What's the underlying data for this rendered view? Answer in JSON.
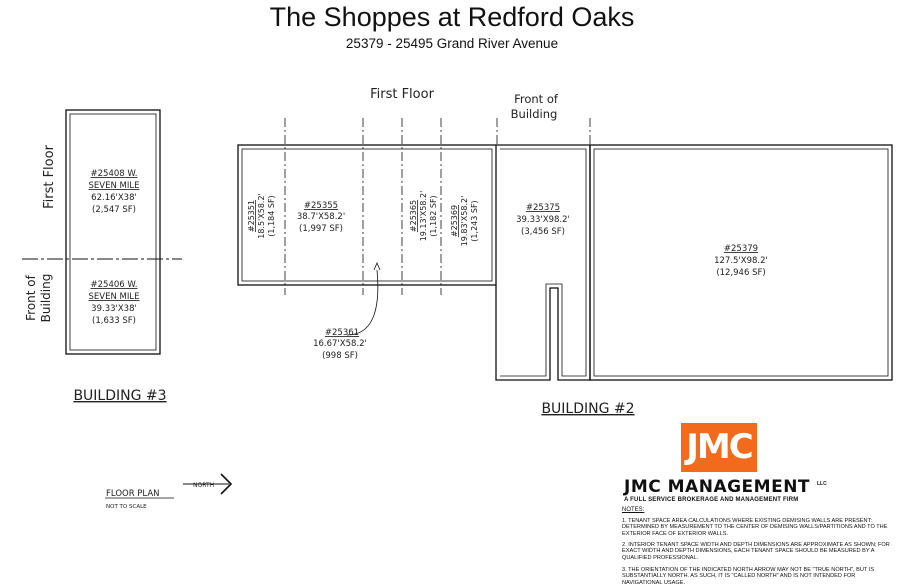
{
  "header": {
    "title": "The Shoppes at Redford Oaks",
    "subtitle": "25379 - 25495 Grand River Avenue"
  },
  "labels": {
    "first_floor_top": "First Floor",
    "front_of_building_top_1": "Front of",
    "front_of_building_top_2": "Building",
    "first_floor_side": "First Floor",
    "front_of_building_side_1": "Front of",
    "front_of_building_side_2": "Building",
    "building3": "BUILDING #3",
    "building2": "BUILDING #2",
    "north": "NORTH",
    "floor_plan": "FLOOR PLAN",
    "not_to_scale": "NOT TO SCALE"
  },
  "units": {
    "u25408": {
      "l1": "#25408 W.",
      "l2": "SEVEN MILE",
      "l3": "62.16'X38'",
      "l4": "(2,547 SF)"
    },
    "u25406": {
      "l1": "#25406 W.",
      "l2": "SEVEN MILE",
      "l3": "39.33'X38'",
      "l4": "(1,633 SF)"
    },
    "u25351": {
      "l1": "#25351",
      "l2": "18.5'X58.2'",
      "l3": "(1,184 SF)"
    },
    "u25355": {
      "l1": "#25355",
      "l2": "38.7'X58.2'",
      "l3": "(1,997 SF)"
    },
    "u25365": {
      "l1": "#25365",
      "l2": "19.13'X58.2'",
      "l3": "(1,182 SF)"
    },
    "u25369": {
      "l1": "#25369",
      "l2": "19.83'X58.2'",
      "l3": "(1,243 SF)"
    },
    "u25375": {
      "l1": "#25375",
      "l2": "39.33'X98.2'",
      "l3": "(3,456 SF)"
    },
    "u25379": {
      "l1": "#25379",
      "l2": "127.5'X98.2'",
      "l3": "(12,946 SF)"
    },
    "u25361": {
      "l1": "#25361",
      "l2": "16.67'X58.2'",
      "l3": "(998 SF)"
    }
  },
  "logo": {
    "mark": "JMC",
    "name": "JMC MANAGEMENT",
    "llc": "LLC",
    "tagline": "A FULL SERVICE BROKERAGE AND MANAGEMENT FIRM",
    "color": "#f26b1d"
  },
  "notes": {
    "heading": "NOTES:",
    "note1": "1. Tenant space area calculations where existing demising walls are present: determined by measurement to the center of demising walls/partitions and to the exterior face of exterior walls.",
    "note2": "2. Interior tenant space width and depth dimensions are approximate as shown; for exact width and depth dimensions, each tenant space should be measured by a qualified professional.",
    "note3": "3. The orientation of the indicated north arrow may not be \"true north\", but is substantially north. As such, it is \"called north\" and is not intended for navigational usage."
  }
}
